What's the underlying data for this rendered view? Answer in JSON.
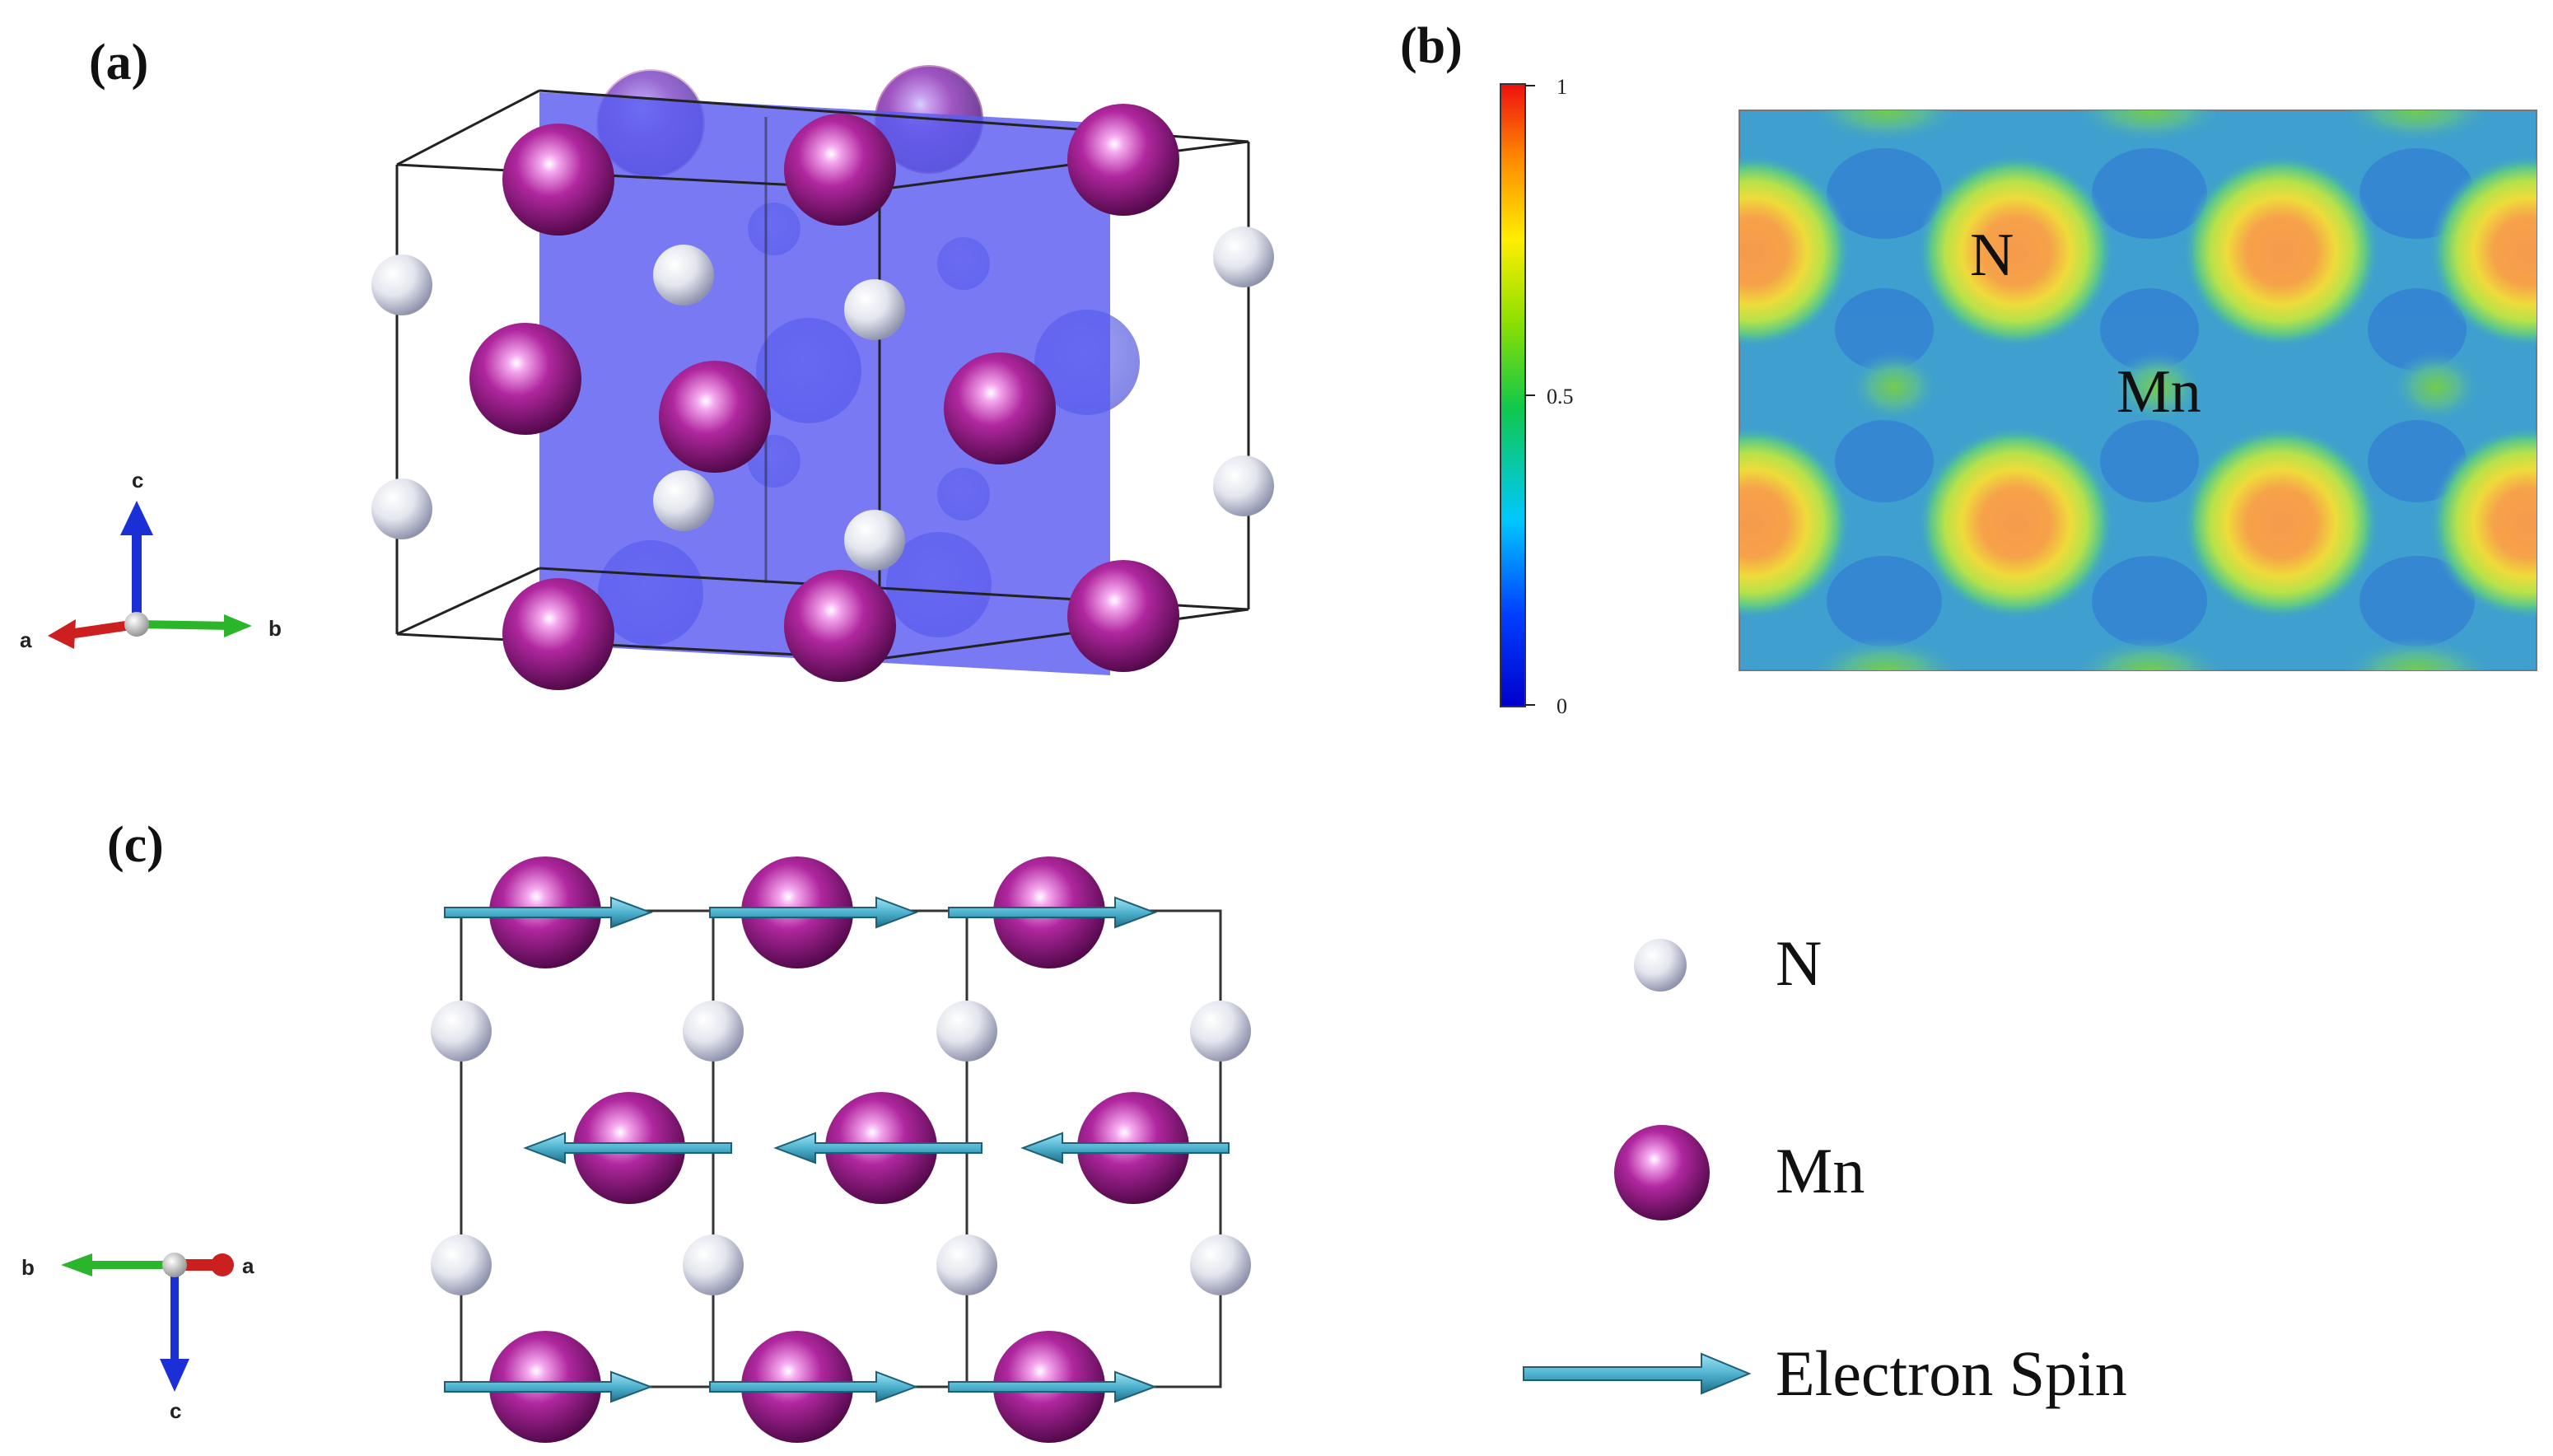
{
  "panels": {
    "a": {
      "label": "(a)"
    },
    "b": {
      "label": "(b)"
    },
    "c": {
      "label": "(c)"
    }
  },
  "axes_a": {
    "c": "c",
    "a": "a",
    "b": "b"
  },
  "axes_c": {
    "b": "b",
    "a": "a",
    "c": "c"
  },
  "colorbar": {
    "ticks": [
      "1",
      "0.5",
      "0"
    ],
    "range": [
      0,
      1
    ]
  },
  "map_labels": {
    "n": "N",
    "mn": "Mn"
  },
  "legend": {
    "n": "N",
    "mn": "Mn",
    "spin": "Electron Spin"
  },
  "colors": {
    "mn_atom": "#8a1a7a",
    "n_atom": "#d9dbe6",
    "plane": "#5a5cf0",
    "spin_arrow": "#4fb3cf",
    "axis_a": "#cc1f1f",
    "axis_b": "#2bb52b",
    "axis_c": "#1a2fd6"
  }
}
